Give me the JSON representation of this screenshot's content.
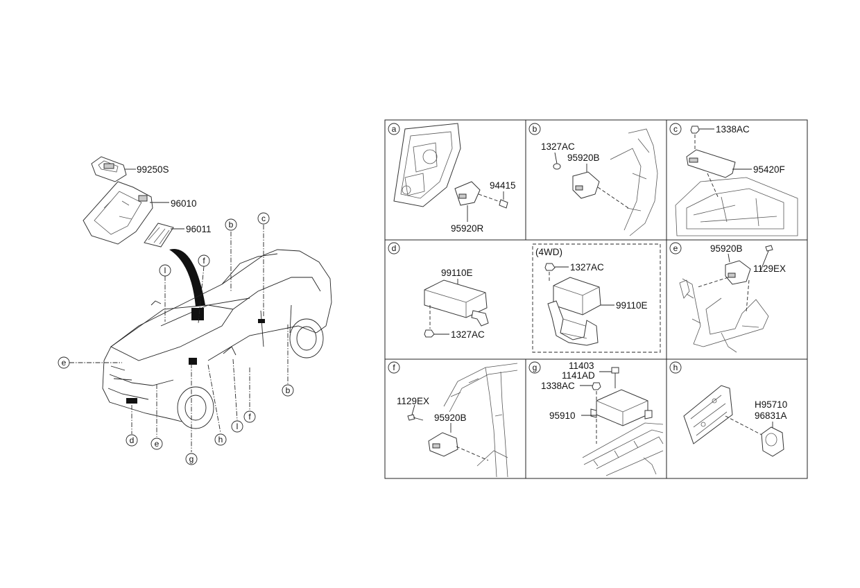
{
  "overview": {
    "labels": [
      "99250S",
      "96010",
      "96011"
    ],
    "callouts": [
      "l",
      "f",
      "b",
      "c",
      "e",
      "b",
      "d",
      "e",
      "g",
      "h",
      "l",
      "f"
    ]
  },
  "panels": [
    {
      "key": "a",
      "labels": [
        "94415",
        "95920R"
      ]
    },
    {
      "key": "b",
      "labels": [
        "1327AC",
        "95920B"
      ]
    },
    {
      "key": "c",
      "labels": [
        "1338AC",
        "95420F"
      ]
    },
    {
      "key": "d",
      "labels": [
        "99110E",
        "1327AC"
      ],
      "sub_title": "(4WD)",
      "sub_labels": [
        "1327AC",
        "99110E"
      ]
    },
    {
      "key": "e",
      "labels": [
        "95920B",
        "1129EX"
      ]
    },
    {
      "key": "f",
      "labels": [
        "1129EX",
        "95920B"
      ]
    },
    {
      "key": "g",
      "labels": [
        "11403",
        "1141AD",
        "1338AC",
        "95910"
      ]
    },
    {
      "key": "h",
      "labels": [
        "H95710",
        "96831A"
      ]
    }
  ]
}
